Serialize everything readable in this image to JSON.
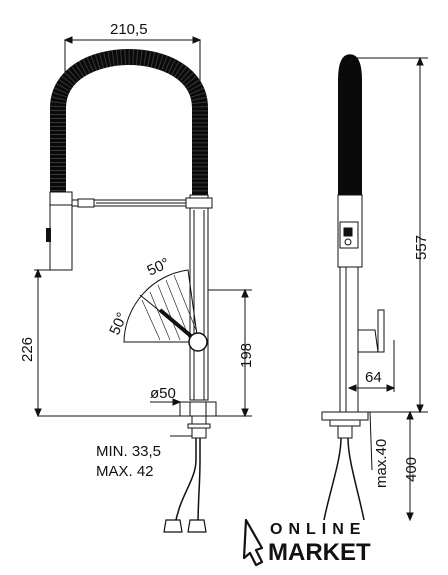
{
  "dimensions": {
    "top_width": "210,5",
    "left_height": "226",
    "center_height": "198",
    "angle_top": "50°",
    "angle_left": "50°",
    "diameter": "ø50",
    "min": "MIN. 33,5",
    "max": "MAX. 42",
    "side_height": "557",
    "side_offset": "64",
    "max_mount": "max.40",
    "hose_length": "400"
  },
  "logo": {
    "line1": "ONLINE",
    "line2": "MARKET"
  },
  "colors": {
    "line": "#111111",
    "hose": "#0a0a0a"
  }
}
